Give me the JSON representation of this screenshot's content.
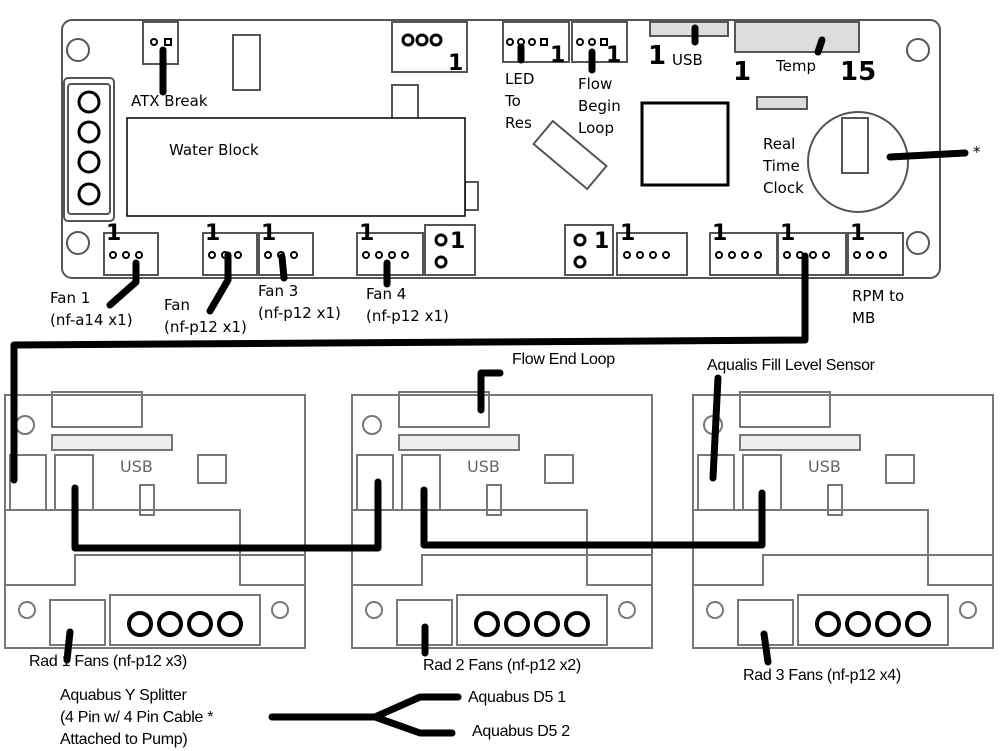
{
  "controller": {
    "labels": {
      "atx_break": "ATX Break",
      "water_block": "Water Block",
      "led_to_res": [
        "LED",
        "To",
        "Res"
      ],
      "flow_begin_loop": [
        "Flow",
        "Begin",
        "Loop"
      ],
      "usb": "USB",
      "temp": "Temp",
      "real_time_clock": [
        "Real",
        "Time",
        "Clock"
      ],
      "asterisk": "*",
      "rpm_to_mb": [
        "RPM to",
        "MB"
      ],
      "fans": [
        {
          "name": "Fan 1",
          "model": "(nf-a14 x1)"
        },
        {
          "name": "Fan",
          "model": "(nf-p12 x1)"
        },
        {
          "name": "Fan 3",
          "model": "(nf-p12 x1)"
        },
        {
          "name": "Fan 4",
          "model": "(nf-p12 x1)"
        }
      ]
    },
    "pin_markers": {
      "one": "1",
      "fifteen": "15"
    }
  },
  "modules": {
    "usb": "USB",
    "flow_end_loop": "Flow End Loop",
    "aqualis_fill_level_sensor": "Aqualis Fill Level Sensor",
    "rad_fans": [
      "Rad 1 Fans (nf-p12 x3)",
      "Rad 2 Fans (nf-p12 x2)",
      "Rad 3 Fans (nf-p12 x4)"
    ]
  },
  "splitter": {
    "title": [
      "Aquabus Y Splitter",
      "(4 Pin w/ 4 Pin Cable *",
      "Attached to Pump)"
    ],
    "outputs": [
      "Aquabus D5 1",
      "Aquabus D5 2"
    ]
  },
  "colors": {
    "wire": "#000000",
    "board_outline": "#555555",
    "background": "#ffffff"
  }
}
